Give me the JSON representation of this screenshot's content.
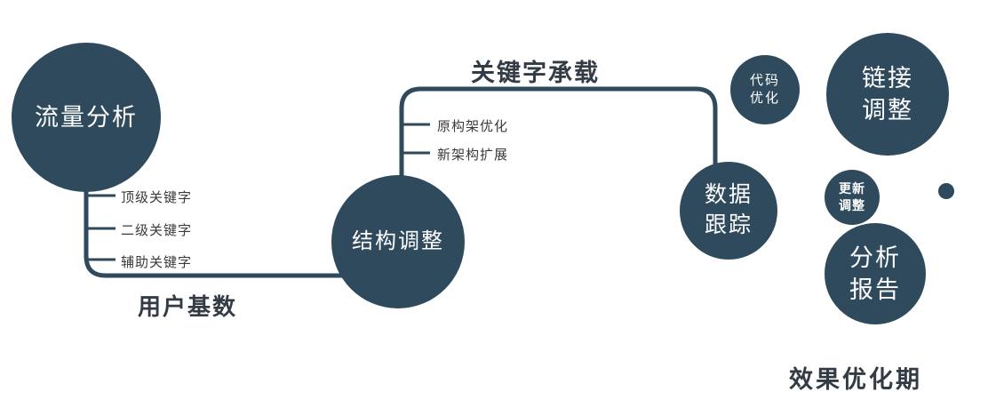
{
  "colors": {
    "node_fill": "#2e4a5c",
    "line": "#2e4a5c",
    "node_text": "#ffffff",
    "label_text": "#333b44",
    "branch_text": "#3a3a3a",
    "background": "#ffffff"
  },
  "nodes": {
    "traffic_analysis": "流量分析",
    "structure_adjustment": "结构调整",
    "data_tracking": "数据\n跟踪",
    "code_optimization": "代码\n优化",
    "link_adjustment": "链接\n调整",
    "update_adjustment": "更新\n调整",
    "analysis_report": "分析\n报告"
  },
  "edge_labels": {
    "user_base": "用户基数",
    "keyword_bearing": "关键字承载"
  },
  "branches": {
    "left": [
      "顶级关键字",
      "二级关键字",
      "辅助关键字"
    ],
    "middle": [
      "原构架优化",
      "新架构扩展"
    ]
  },
  "caption": "效果优化期"
}
